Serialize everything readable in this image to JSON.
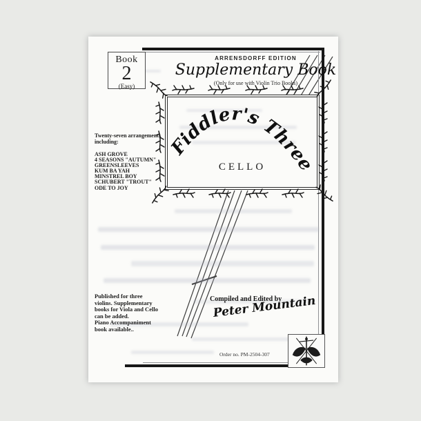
{
  "colors": {
    "background": "#e9eae7",
    "paper": "#fbfbf9",
    "ink": "#161616",
    "rule": "#171717"
  },
  "badge": {
    "word": "Book",
    "number": "2",
    "level": "(Easy)"
  },
  "header": {
    "edition": "ARRENSDORFF EDITION",
    "subtitle": "Supplementary Book",
    "note": "(Only for use with Violin Trio Books)"
  },
  "title_panel": {
    "title": "Fiddler's Three",
    "instrument": "CELLO"
  },
  "arrangements": {
    "heading_line1": "Twenty-seven arrangements",
    "heading_line2": "including:",
    "items": [
      "ASH GROVE",
      "4 SEASONS \"AUTUMN\"",
      "GREENSLEEVES",
      "KUM BA YAH",
      "MINSTREL BOY",
      "SCHUBERT \"TROUT\"",
      "ODE TO JOY"
    ]
  },
  "publisher_note": {
    "lines": [
      "Published for three",
      "violins. Supplementary",
      "books for Viola and Cello",
      "can be added.",
      "Piano Accompaniment",
      "book available.."
    ]
  },
  "credits": {
    "label": "Compiled and Edited by",
    "editor": "Peter Mountain"
  },
  "footer": {
    "order_no": "Order no. PM-2504-307"
  },
  "icons": {
    "publisher_crest": "publisher-crest",
    "ornament": "ornament-twig"
  }
}
